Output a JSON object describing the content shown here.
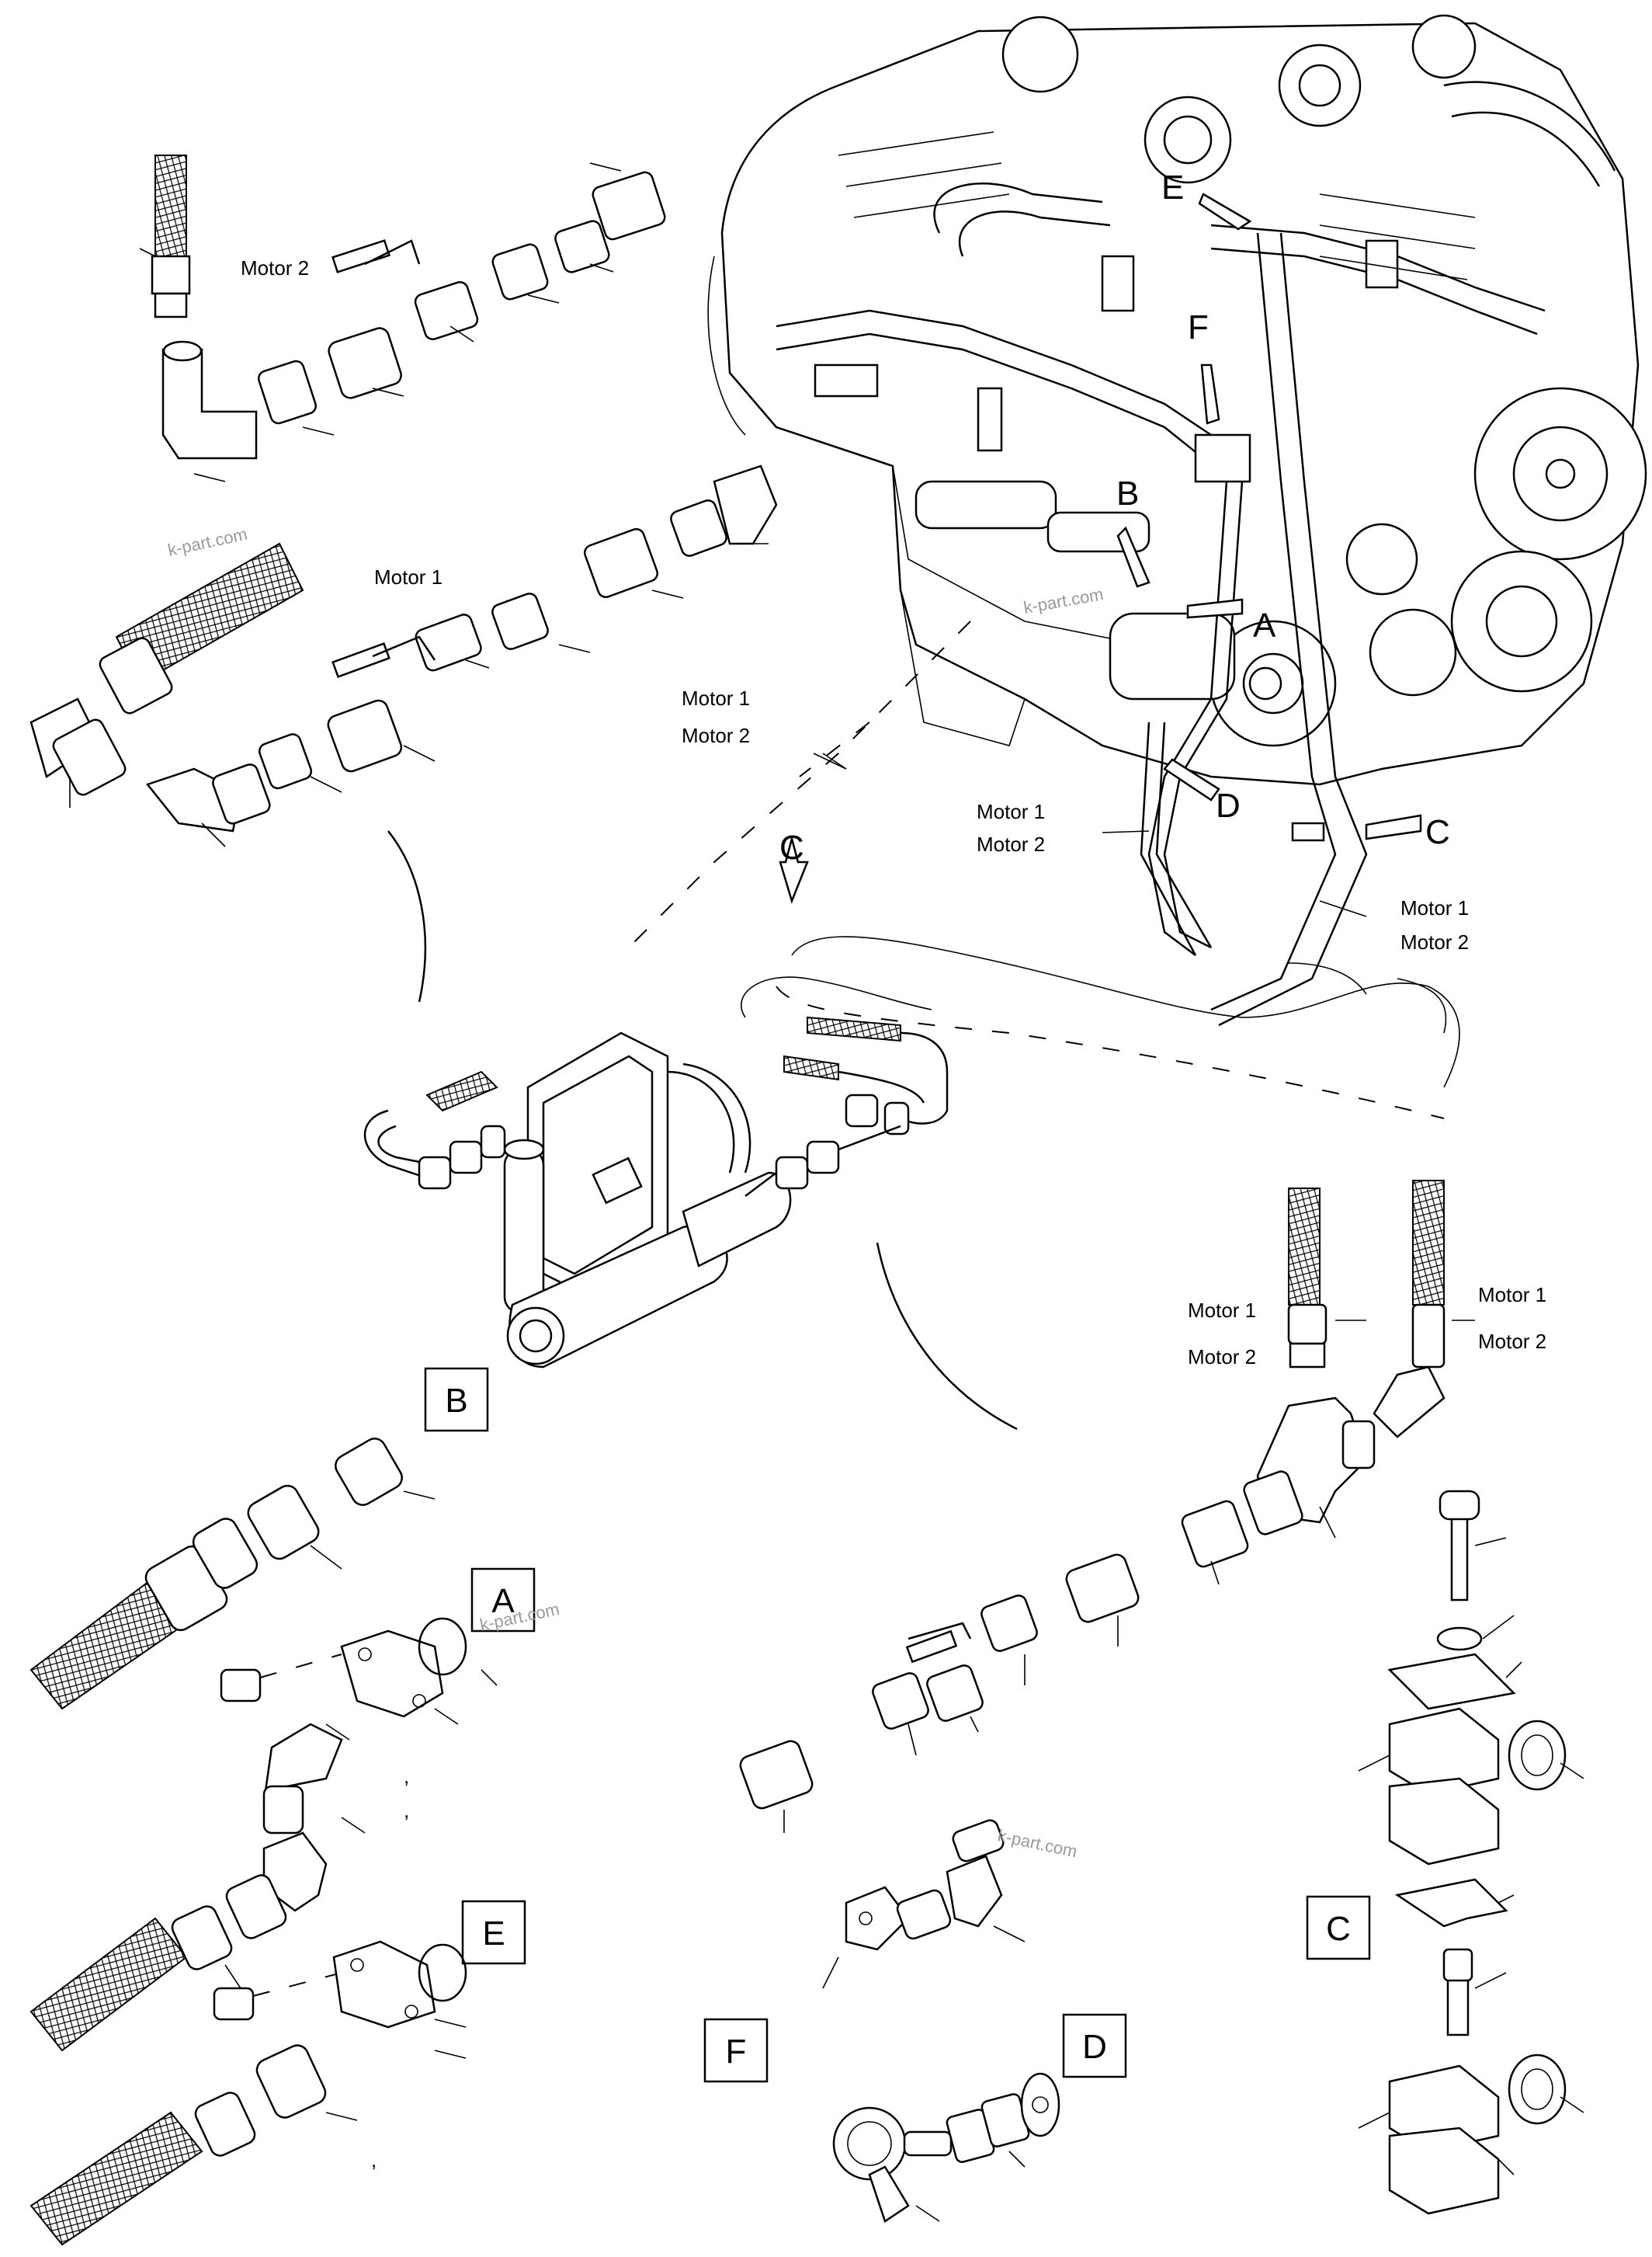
{
  "labels": {
    "motor1": "Motor 1",
    "motor2": "Motor 2",
    "callout_A": "A",
    "callout_B": "B",
    "callout_C": "C",
    "callout_D": "D",
    "callout_E": "E",
    "callout_F": "F",
    "comma": ","
  },
  "watermark": "k-part.com"
}
